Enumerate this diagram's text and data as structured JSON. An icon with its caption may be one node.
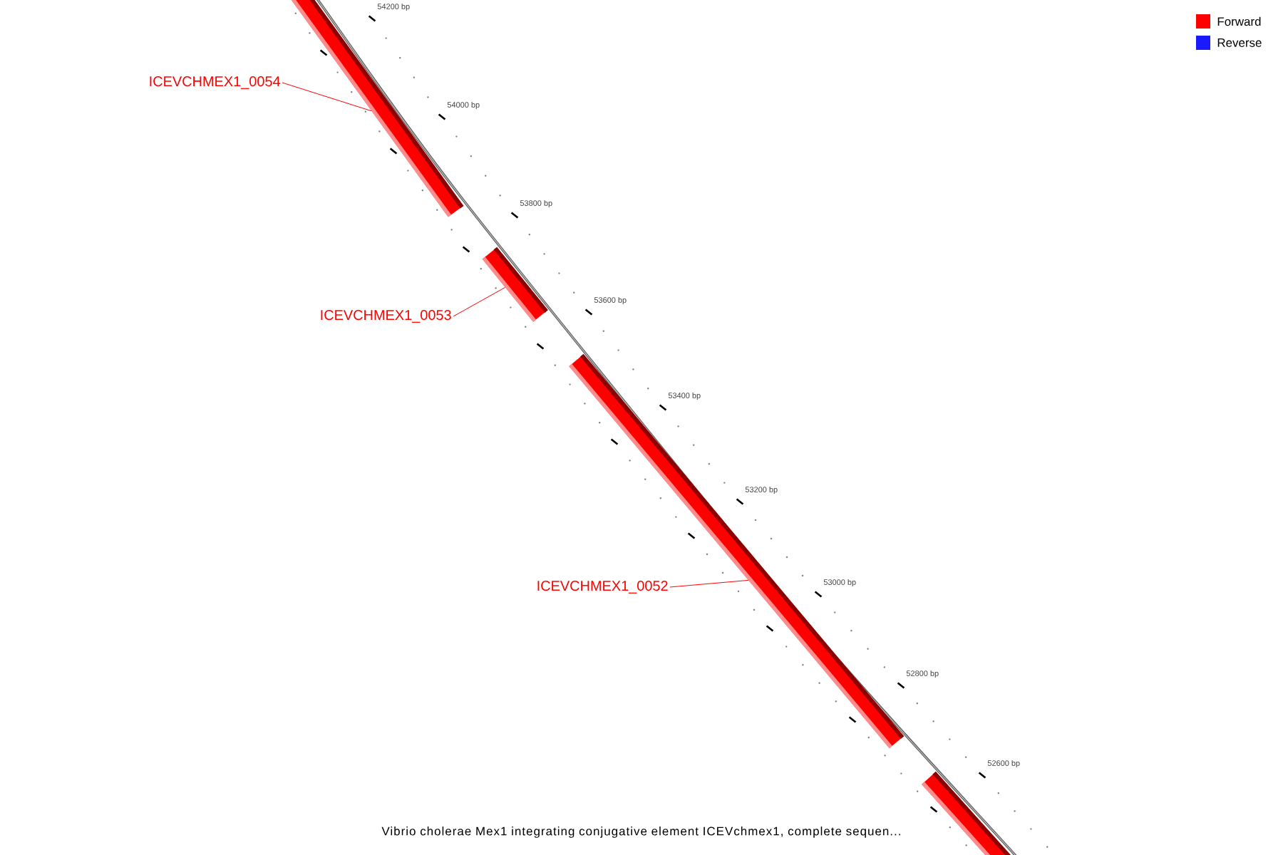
{
  "diagram": {
    "caption": "Vibrio cholerae Mex1 integrating conjugative element ICEVchmex1, complete sequen...",
    "nodes": [
      {
        "text": [
          "ICEVCHMEX1_0054"
        ]
      },
      {
        "text": [],
        "shape": "bar"
      },
      {
        "text": [
          "ICEVCHMEX1_0053"
        ]
      },
      {
        "text": [],
        "shape": "bar"
      },
      {
        "text": [
          "ICEVCHMEX1_0052"
        ]
      },
      {
        "text": [],
        "shape": "bar"
      },
      {
        "text": [],
        "shape": "bar"
      }
    ],
    "edges": [
      {
        "from": 0,
        "to": 1,
        "arrow": "none"
      },
      {
        "from": 2,
        "to": 3,
        "arrow": "none"
      },
      {
        "from": 4,
        "to": 5,
        "arrow": "none"
      }
    ],
    "labels": [
      "54200 bp",
      "54000 bp",
      "53800 bp",
      "53600 bp",
      "53400 bp",
      "53200 bp",
      "53000 bp",
      "52800 bp",
      "52600 bp"
    ],
    "legend": [
      {
        "text": "Forward",
        "color": "#ff0000"
      },
      {
        "text": "Reverse",
        "color": "#1a1aff"
      }
    ]
  }
}
